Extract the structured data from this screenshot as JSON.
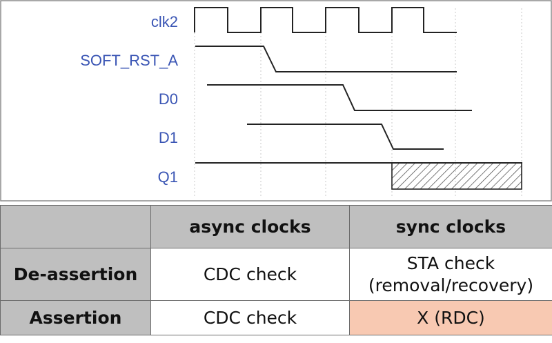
{
  "waveform": {
    "signals": [
      {
        "name": "clk2"
      },
      {
        "name": "SOFT_RST_A"
      },
      {
        "name": "D0"
      },
      {
        "name": "D1"
      },
      {
        "name": "Q1"
      }
    ]
  },
  "table": {
    "headers": [
      "",
      "async clocks",
      "sync clocks"
    ],
    "rows": [
      {
        "label": "De-assertion",
        "cells": [
          "CDC check",
          "STA check\n(removal/recovery)"
        ]
      },
      {
        "label": "Assertion",
        "cells": [
          "CDC check",
          "X (RDC)"
        ]
      }
    ]
  },
  "colors": {
    "label": "#3a55b4",
    "header_bg": "#bfbfbf",
    "highlight_bg": "#f8c9b2"
  }
}
